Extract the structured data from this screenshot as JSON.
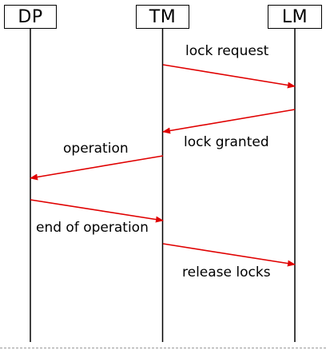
{
  "actors": [
    {
      "id": "dp",
      "label": "DP"
    },
    {
      "id": "tm",
      "label": "TM"
    },
    {
      "id": "lm",
      "label": "LM"
    }
  ],
  "messages": [
    {
      "id": "lock-request",
      "label": "lock request",
      "from": "TM",
      "to": "LM"
    },
    {
      "id": "lock-granted",
      "label": "lock granted",
      "from": "LM",
      "to": "TM"
    },
    {
      "id": "operation",
      "label": "operation",
      "from": "TM",
      "to": "DP"
    },
    {
      "id": "end-operation",
      "label": "end of operation",
      "from": "DP",
      "to": "TM"
    },
    {
      "id": "release-locks",
      "label": "release locks",
      "from": "TM",
      "to": "LM"
    }
  ],
  "colors": {
    "lifeline": "#000000",
    "message_arrow": "#e00000"
  }
}
